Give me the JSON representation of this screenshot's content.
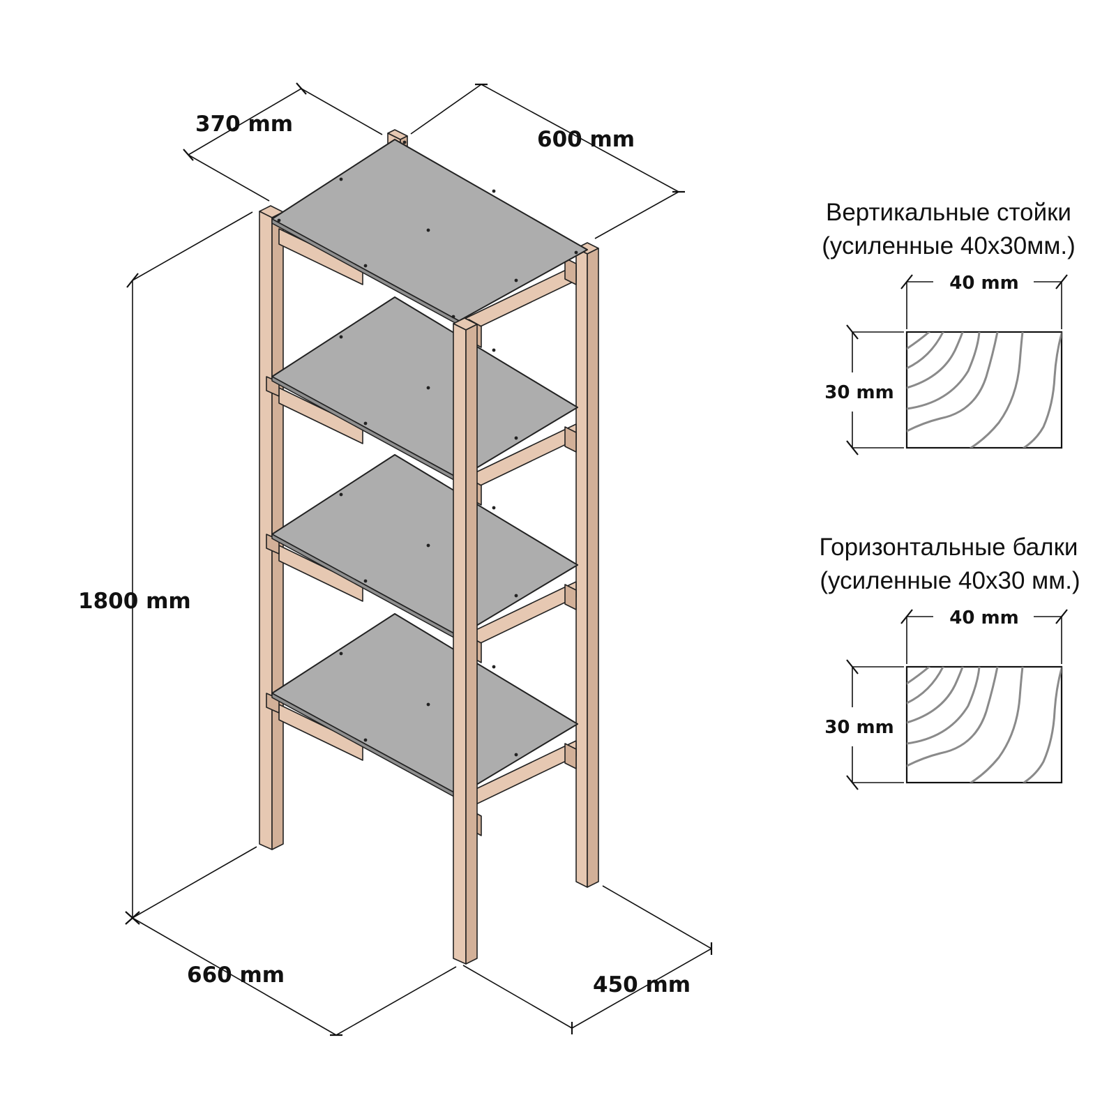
{
  "dimensions": {
    "depth_top": "370 mm",
    "width_top": "600 mm",
    "height": "1800 mm",
    "width_bottom": "660 mm",
    "depth_bottom": "450 mm"
  },
  "sections": {
    "posts": {
      "title": "Вертикальные стойки",
      "subtitle": "(усиленные 40х30мм.)",
      "width_label": "40 mm",
      "height_label": "30 mm"
    },
    "beams": {
      "title": "Горизонтальные балки",
      "subtitle": "(усиленные 40х30 мм.)",
      "width_label": "40 mm",
      "height_label": "30 mm"
    }
  },
  "colors": {
    "wood": "#e6c8b2",
    "shelf": "#adadad",
    "line": "#111111"
  }
}
